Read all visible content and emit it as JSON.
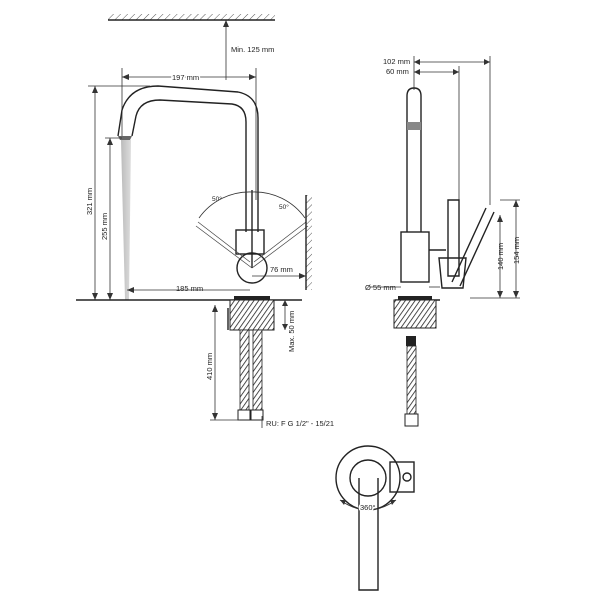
{
  "labels": {
    "min_125": "Min. 125 mm",
    "w_197": "197 mm",
    "h_321": "321 mm",
    "h_255": "255 mm",
    "ang_left": "50°",
    "ang_right": "50°",
    "d_76": "76 mm",
    "d_185": "185 mm",
    "max_50": "Max. 50 mm",
    "h_410": "410 mm",
    "thread": "RU: F G 1/2\" - 15/21",
    "w_102": "102 mm",
    "w_60": "60 mm",
    "h_140": "140 mm",
    "h_154": "154 mm",
    "dia_55": "Ø 55 mm",
    "rot_360": "360°"
  }
}
